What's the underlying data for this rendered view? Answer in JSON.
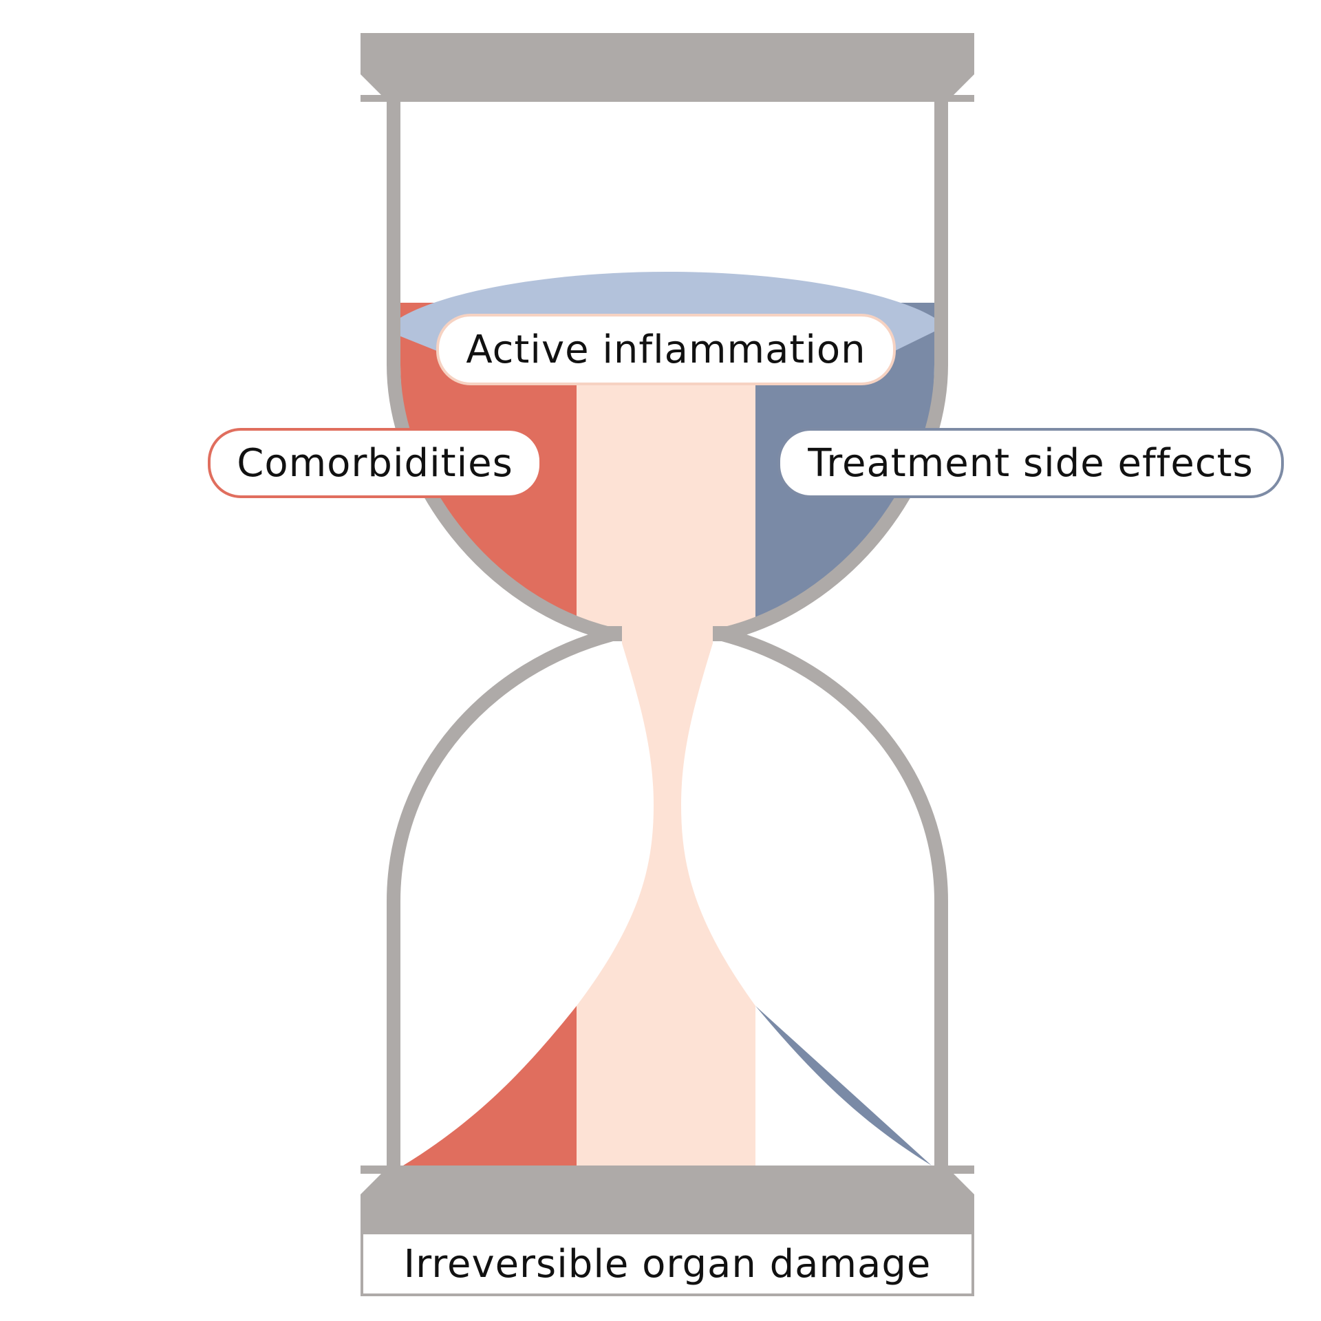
{
  "labels": {
    "active_inflammation": "Active inflammation",
    "comorbidities": "Comorbidities",
    "treatment_side_effects": "Treatment side effects",
    "irreversible_damage": "Irreversible organ damage"
  },
  "colors": {
    "frame": "#aeaaa8",
    "comorbidities": "#e06e5e",
    "inflammation": "#fde2d5",
    "treatment": "#7a8aa6",
    "surface": "#b3c2db",
    "text": "#111111"
  },
  "icons": [
    "hourglass-icon"
  ]
}
